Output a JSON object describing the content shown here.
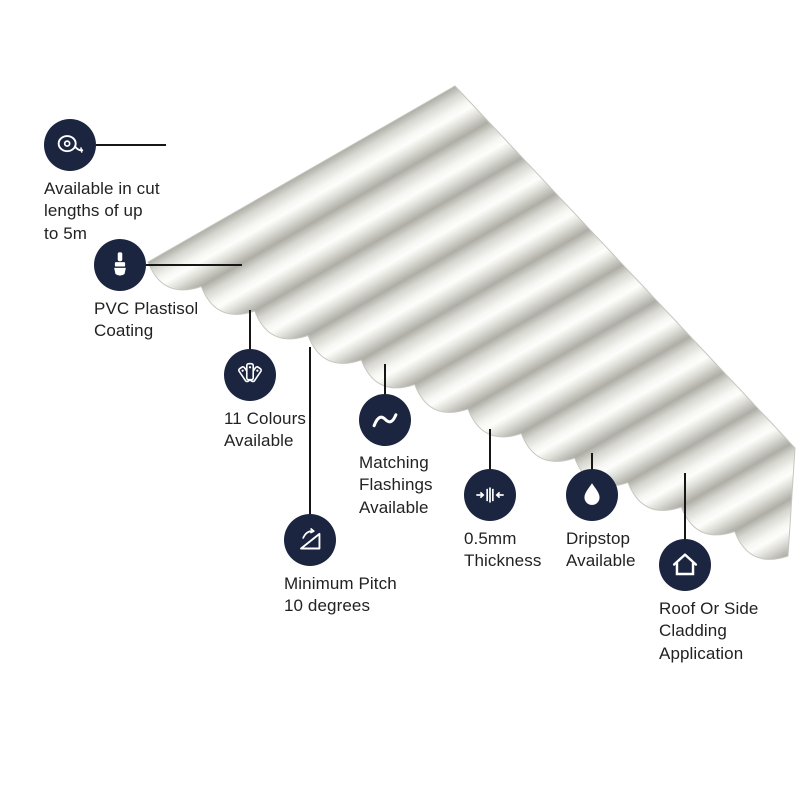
{
  "colors": {
    "badge": "#1b2540",
    "icon": "#ffffff",
    "text": "#222222",
    "leader_line": "#161616",
    "sheet_highlight": "#fdfdfb",
    "sheet_shadow": "#aeaea7",
    "background": "#ffffff"
  },
  "features": [
    {
      "name": "cut-lengths",
      "icon": "tape-measure-icon",
      "lines": [
        "Available in cut",
        "lengths of up",
        "to 5m"
      ]
    },
    {
      "name": "pvc-coating",
      "icon": "paintbrush-icon",
      "lines": [
        "PVC Plastisol",
        "Coating"
      ]
    },
    {
      "name": "colours",
      "icon": "colour-swatch-fan-icon",
      "lines": [
        "11 Colours",
        "Available"
      ]
    },
    {
      "name": "flashings",
      "icon": "flashing-sheet-icon",
      "lines": [
        "Matching",
        "Flashings",
        "Available"
      ]
    },
    {
      "name": "minimum-pitch",
      "icon": "pitch-angle-icon",
      "lines": [
        "Minimum Pitch",
        "10 degrees"
      ]
    },
    {
      "name": "thickness",
      "icon": "thickness-gauge-icon",
      "lines": [
        "0.5mm",
        "Thickness"
      ]
    },
    {
      "name": "dripstop",
      "icon": "water-droplet-icon",
      "lines": [
        "Dripstop",
        "Available"
      ]
    },
    {
      "name": "application",
      "icon": "house-icon",
      "lines": [
        "Roof Or Side",
        "Cladding",
        "Application"
      ]
    }
  ]
}
